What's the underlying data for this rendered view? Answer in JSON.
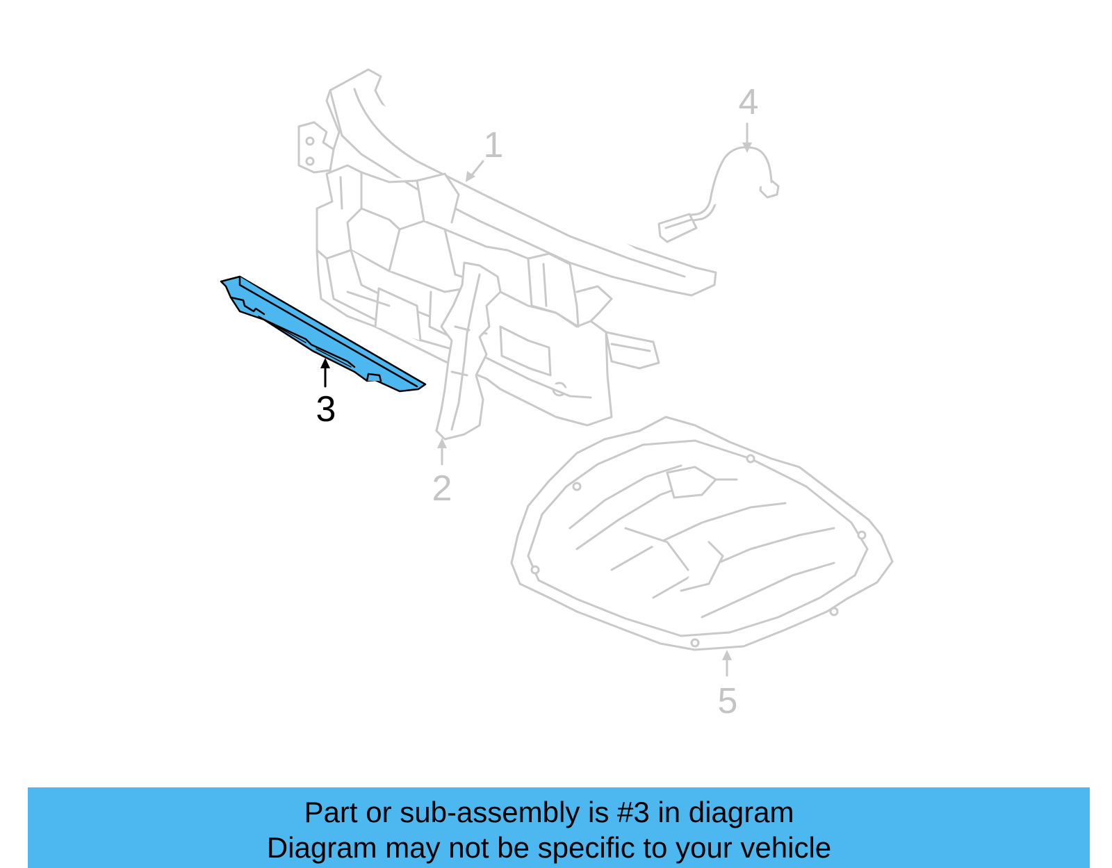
{
  "colors": {
    "highlight_fill": "#4db8f0",
    "faded_stroke": "#c9c9c9",
    "faded_label": "#c4c4c4",
    "active_stroke": "#000000",
    "banner_background": "#4db8f0"
  },
  "diagram": {
    "callouts": [
      {
        "number": "1",
        "part": "radiator-support",
        "highlighted": false
      },
      {
        "number": "2",
        "part": "side-deflector",
        "highlighted": false
      },
      {
        "number": "3",
        "part": "lower-air-deflector",
        "highlighted": true
      },
      {
        "number": "4",
        "part": "wiring-harness",
        "highlighted": false
      },
      {
        "number": "5",
        "part": "splash-shield",
        "highlighted": false
      }
    ]
  },
  "banner": {
    "line1": "Part or sub-assembly is #3 in diagram",
    "line2": "Diagram may not be specific to your vehicle"
  }
}
